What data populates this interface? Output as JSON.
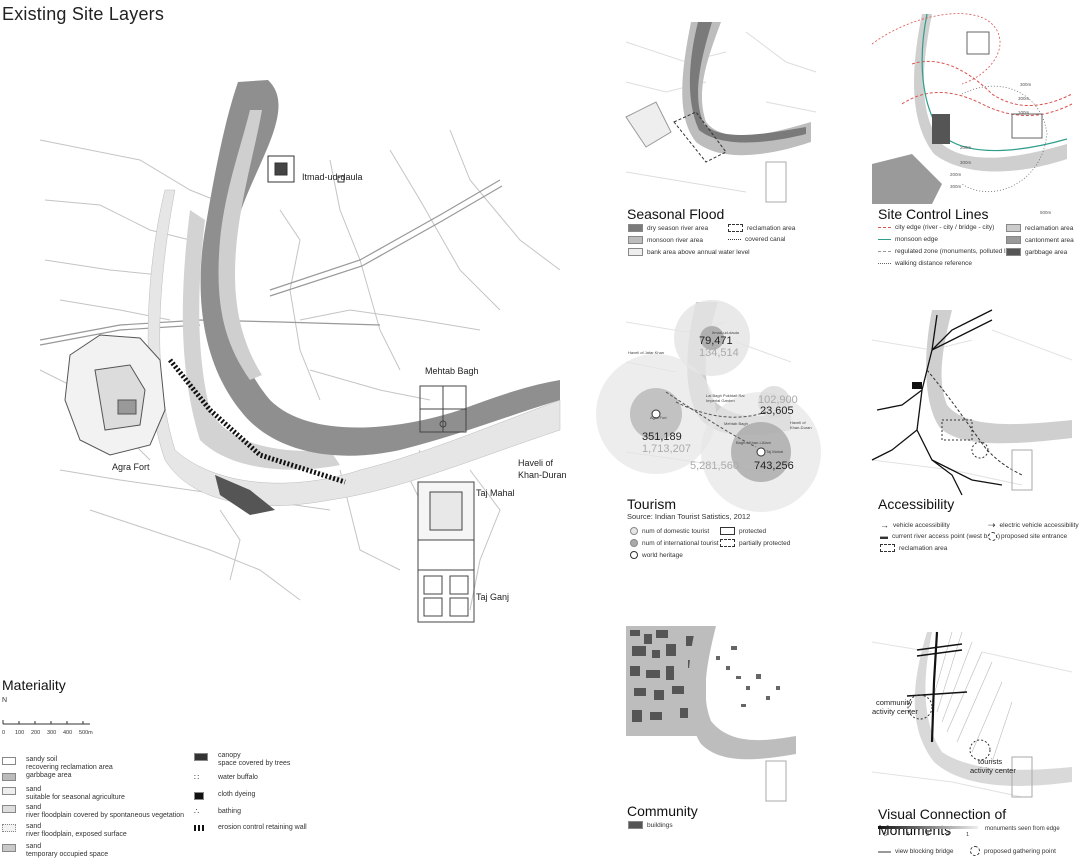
{
  "page": {
    "title": "Existing Site Layers"
  },
  "main_map": {
    "places": {
      "itmad": "Itmad-ud-daula",
      "mehtab": "Mehtab Bagh",
      "agra_fort": "Agra Fort",
      "haveli_1": "Haveli of",
      "haveli_2": "Khan-Duran",
      "taj_mahal": "Taj Mahal",
      "taj_ganj": "Taj Ganj"
    }
  },
  "materiality": {
    "title": "Materiality",
    "north": "N",
    "scale_ticks": [
      "0",
      "100",
      "200",
      "300",
      "400",
      "500m"
    ],
    "left_items": [
      {
        "l1": "sandy soil",
        "l2": "recovering reclamation area"
      },
      {
        "l1": "garbbage area",
        "l2": ""
      },
      {
        "l1": "sand",
        "l2": "suitable for seasonal agriculture"
      },
      {
        "l1": "sand",
        "l2": "river floodplain covered by spontaneous vegetation"
      },
      {
        "l1": "sand",
        "l2": "river floodplain, exposed surface"
      },
      {
        "l1": "sand",
        "l2": "temporary occupied space"
      }
    ],
    "right_items": [
      {
        "l1": "canopy",
        "l2": "space covered by trees"
      },
      {
        "l1": "water buffalo",
        "l2": ""
      },
      {
        "l1": "cloth dyeing",
        "l2": ""
      },
      {
        "l1": "bathing",
        "l2": ""
      },
      {
        "l1": "erosion control retaining wall",
        "l2": ""
      }
    ]
  },
  "seasonal_flood": {
    "title": "Seasonal Flood",
    "legend": [
      "dry season river area",
      "monsoon river area",
      "bank area above annual water level",
      "reclamation area",
      "covered canal"
    ]
  },
  "site_control": {
    "title": "Site Control Lines",
    "legend": [
      "city edge (river - city / bridge - city)",
      "monsoon edge",
      "regulated zone (monuments, polluted land)",
      "walking distance reference",
      "reclamation area",
      "cantonment area",
      "garbbage area"
    ],
    "map_labels": [
      "300m",
      "300m",
      "100m",
      "200m",
      "300m",
      "200m",
      "300m",
      "500m"
    ]
  },
  "tourism": {
    "title": "Tourism",
    "source": "Source: Indian Tourist Satistics, 2012",
    "numbers": {
      "itmad_dom": "79,471",
      "itmad_int": "134,514",
      "mehtab_int": "102,900",
      "mehtab_dom": "23,605",
      "fort_dom": "351,189",
      "fort_int": "1,713,207",
      "taj_dom": "5,281,560",
      "taj_int": "743,256"
    },
    "map_labels": [
      "Itmad-ud-daula",
      "Haveli of Jafar Khan",
      "Agra Fort",
      "Lal Bagh Pukhtafi Rai Imperial Garden",
      "Mehtab Bagh",
      "Taj Mahal",
      "Haveli of Khan-Duran",
      "Bagh-i-Khan-i-Alam"
    ],
    "legend": [
      "num of domestic tourist",
      "num of international tourist",
      "world heritage",
      "protected",
      "partially protected"
    ]
  },
  "accessibility": {
    "title": "Accessibility",
    "legend": [
      "vehicle accessibility",
      "current river access point (west bank)",
      "reclamation area",
      "electric vehicle accessibility",
      "proposed site entrance"
    ]
  },
  "community": {
    "title": "Community",
    "legend": [
      "buildings"
    ]
  },
  "visual": {
    "title": "Visual Connection of Monuments",
    "scale_numbers": [
      "5",
      "4",
      "3",
      "2",
      "1"
    ],
    "scale_caption": "monuments seen from edge",
    "labels": {
      "community_1": "community",
      "community_2": "activity center",
      "tourists_1": "tourists",
      "tourists_2": "activity center"
    },
    "legend": [
      "view blocking bridge",
      "proposed gathering point"
    ]
  },
  "colors": {
    "river": "#8f8f8f",
    "river_light": "#c8c8c8",
    "road": "#bdbdbd",
    "red_line": "#d9534f",
    "green_line": "#2f9e8c"
  }
}
